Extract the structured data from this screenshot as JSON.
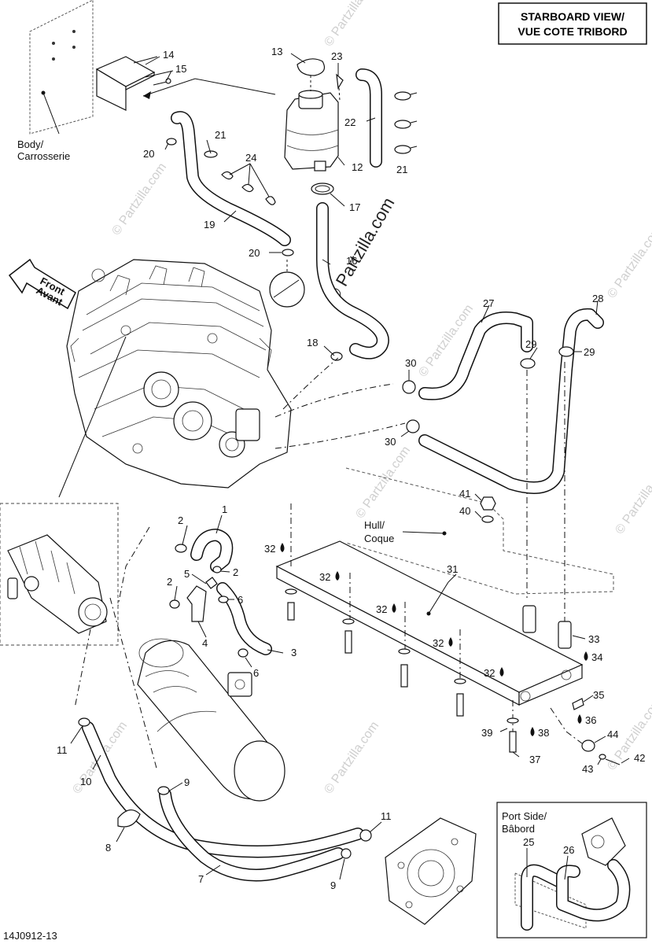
{
  "view_title": [
    "STARBOARD VIEW/",
    "VUE COTE TRIBORD"
  ],
  "labels": {
    "body": [
      "Body/",
      "Carrosserie"
    ],
    "front": [
      "Front",
      "Avant"
    ],
    "hull": [
      "Hull/",
      "Coque"
    ],
    "port_side": [
      "Port Side/",
      "Bâbord"
    ]
  },
  "watermark": "© Partzilla.com",
  "drawing_code": "14J0912-13",
  "callouts": [
    {
      "n": "1"
    },
    {
      "n": "2"
    },
    {
      "n": "2"
    },
    {
      "n": "2"
    },
    {
      "n": "3"
    },
    {
      "n": "4"
    },
    {
      "n": "5"
    },
    {
      "n": "6"
    },
    {
      "n": "6"
    },
    {
      "n": "7"
    },
    {
      "n": "8"
    },
    {
      "n": "9"
    },
    {
      "n": "9"
    },
    {
      "n": "10"
    },
    {
      "n": "11"
    },
    {
      "n": "11"
    },
    {
      "n": "12"
    },
    {
      "n": "13"
    },
    {
      "n": "14"
    },
    {
      "n": "15"
    },
    {
      "n": "16"
    },
    {
      "n": "17"
    },
    {
      "n": "18"
    },
    {
      "n": "19"
    },
    {
      "n": "20"
    },
    {
      "n": "20"
    },
    {
      "n": "21"
    },
    {
      "n": "21"
    },
    {
      "n": "22"
    },
    {
      "n": "23"
    },
    {
      "n": "24"
    },
    {
      "n": "25"
    },
    {
      "n": "26"
    },
    {
      "n": "27"
    },
    {
      "n": "28"
    },
    {
      "n": "29"
    },
    {
      "n": "29"
    },
    {
      "n": "30"
    },
    {
      "n": "30"
    },
    {
      "n": "31"
    },
    {
      "n": "32"
    },
    {
      "n": "32"
    },
    {
      "n": "32"
    },
    {
      "n": "32"
    },
    {
      "n": "32"
    },
    {
      "n": "33"
    },
    {
      "n": "34"
    },
    {
      "n": "35"
    },
    {
      "n": "36"
    },
    {
      "n": "37"
    },
    {
      "n": "38"
    },
    {
      "n": "39"
    },
    {
      "n": "40"
    },
    {
      "n": "41"
    },
    {
      "n": "42"
    },
    {
      "n": "43"
    },
    {
      "n": "44"
    }
  ]
}
